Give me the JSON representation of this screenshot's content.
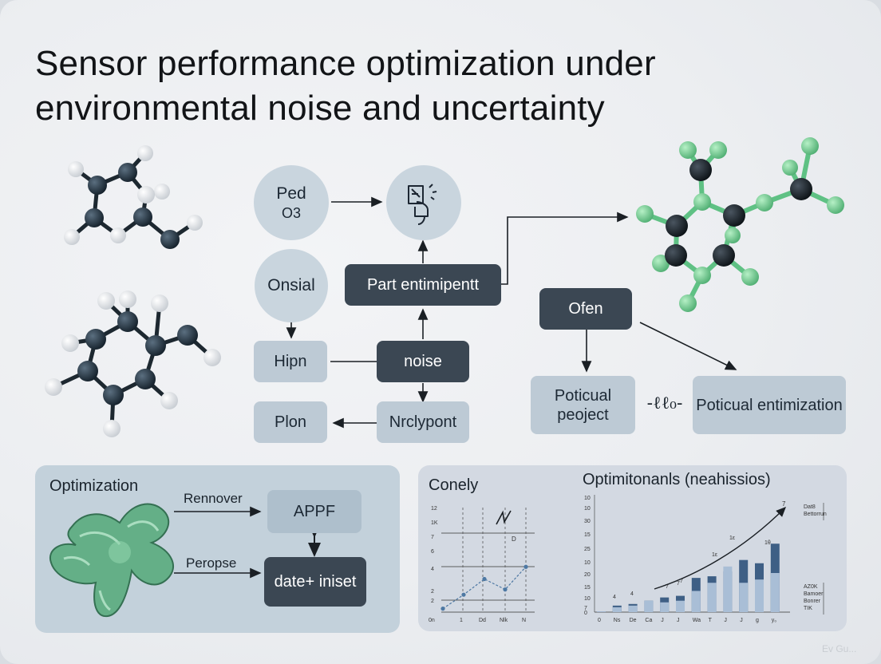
{
  "title": "Sensor performance optimization under environmental noise and uncertainty",
  "nodes": {
    "ped": "Ped",
    "o3": "O3",
    "onsial": "Onsial",
    "part": "Part entimipentt",
    "hipn": "Hipn",
    "noise": "noise",
    "plon": "Plon",
    "nrclypont": "Nrclypont",
    "ofen": "Ofen",
    "poticual_peoject": "Poticual peoject",
    "poticual_entimization": "Poticual entimization",
    "connector_glyph": "-ℓℓ₀-"
  },
  "optimization_panel": {
    "heading": "Optimization",
    "rennover": "Rennover",
    "peropse": "Peropse",
    "appf": "APPF",
    "date_iniset": "date+ iniset"
  },
  "chart_panel": {
    "left_title": "Conely",
    "right_title": "Optimitonanls (neahissios)"
  },
  "chart_data": [
    {
      "type": "line",
      "title": "Conely",
      "y_ticks": [
        "12",
        "1K",
        "7",
        "6",
        "4",
        "2",
        "2"
      ],
      "x_ticks": [
        "0n",
        "1",
        "Dd",
        "Nlk",
        "N"
      ],
      "points_label": "D",
      "x": [
        0,
        1,
        2,
        3,
        4
      ],
      "values": [
        0.4,
        2,
        3.8,
        2.6,
        5.2
      ],
      "ylim": [
        0,
        12
      ],
      "grid": true
    },
    {
      "type": "bar",
      "title": "Optimitonanls (neahissios)",
      "y_ticks": [
        "10",
        "10",
        "30",
        "15",
        "25",
        "10",
        "20",
        "15",
        "10",
        "7",
        "0"
      ],
      "categories": [
        "0",
        "Ns",
        "De",
        "Ca",
        "J",
        "J",
        "Wa",
        "T",
        "J",
        "J",
        "g",
        "y₀"
      ],
      "series": [
        {
          "values": [
            0.2,
            2,
            2.5,
            3.5,
            4.5,
            5,
            10.5,
            11,
            12.5,
            16,
            15,
            21
          ]
        },
        {
          "values": [
            0.2,
            1.5,
            2,
            3.5,
            3,
            3.5,
            6.5,
            9,
            14,
            9,
            10,
            12
          ]
        }
      ],
      "data_labels": [
        "4",
        "4",
        "7",
        "7",
        "7",
        "1ε",
        "1ε",
        "1θ"
      ],
      "trend_label": "7",
      "right_labels": [
        "Dat8 Bettorrun",
        "AZ0K Bamoer Bonrer TIK"
      ],
      "ylim": [
        0,
        36
      ],
      "colors": {
        "dark": "#3e5f85",
        "light": "#a9bed6"
      }
    }
  ],
  "colors": {
    "dark_box": "#3b4753",
    "light_box": "#bdcad5",
    "circle": "#c9d5de",
    "molecule_green": "#7fcf98",
    "molecule_dark": "#1f2a33"
  },
  "watermark": "Ev Gu..."
}
